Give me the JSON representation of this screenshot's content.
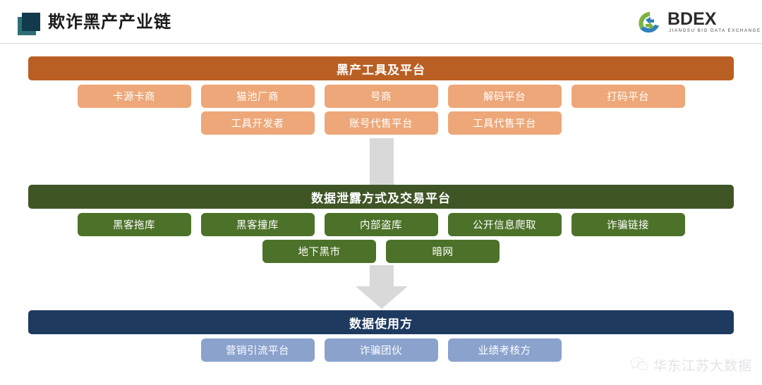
{
  "header": {
    "title": "欺诈黑产产业链",
    "logo_icon": "stacked-squares-icon",
    "brand": {
      "name": "BDEX",
      "subtitle": "JIANGSU BIG DATA EXCHANGE",
      "icon": "bdex-recycle-circle-icon"
    }
  },
  "colors": {
    "orange_band": "#b95f23",
    "orange_chip": "#eda778",
    "green_band": "#3f5526",
    "green_chip": "#4c7229",
    "navy_band": "#1e3a5f",
    "navy_chip": "#8ba2cd",
    "connector_gray": "#d9d9d9",
    "title_dark": "#123a4d",
    "title_teal": "#2f6f74"
  },
  "sections": [
    {
      "id": "tools-platforms",
      "band_label": "黑产工具及平台",
      "rows": [
        [
          "卡源卡商",
          "猫池厂商",
          "号商",
          "解码平台",
          "打码平台"
        ],
        [
          "工具开发者",
          "账号代售平台",
          "工具代售平台"
        ]
      ]
    },
    {
      "id": "data-leak-trading",
      "band_label": "数据泄露方式及交易平台",
      "rows": [
        [
          "黑客拖库",
          "黑客撞库",
          "内部盗库",
          "公开信息爬取",
          "诈骗链接"
        ],
        [
          "地下黑市",
          "暗网"
        ]
      ]
    },
    {
      "id": "data-consumers",
      "band_label": "数据使用方",
      "rows": [
        [
          "营销引流平台",
          "诈骗团伙",
          "业绩考核方"
        ]
      ]
    }
  ],
  "connectors": [
    {
      "id": "tools-to-leak",
      "icon": "vertical-bar-connector",
      "from": "黑产工具及平台",
      "to": "数据泄露方式及交易平台"
    },
    {
      "id": "leak-to-consumers",
      "icon": "down-arrow-connector",
      "from": "数据泄露方式及交易平台",
      "to": "数据使用方"
    }
  ],
  "watermark": {
    "icon": "wechat-icon",
    "text": "华东江苏大数据"
  }
}
